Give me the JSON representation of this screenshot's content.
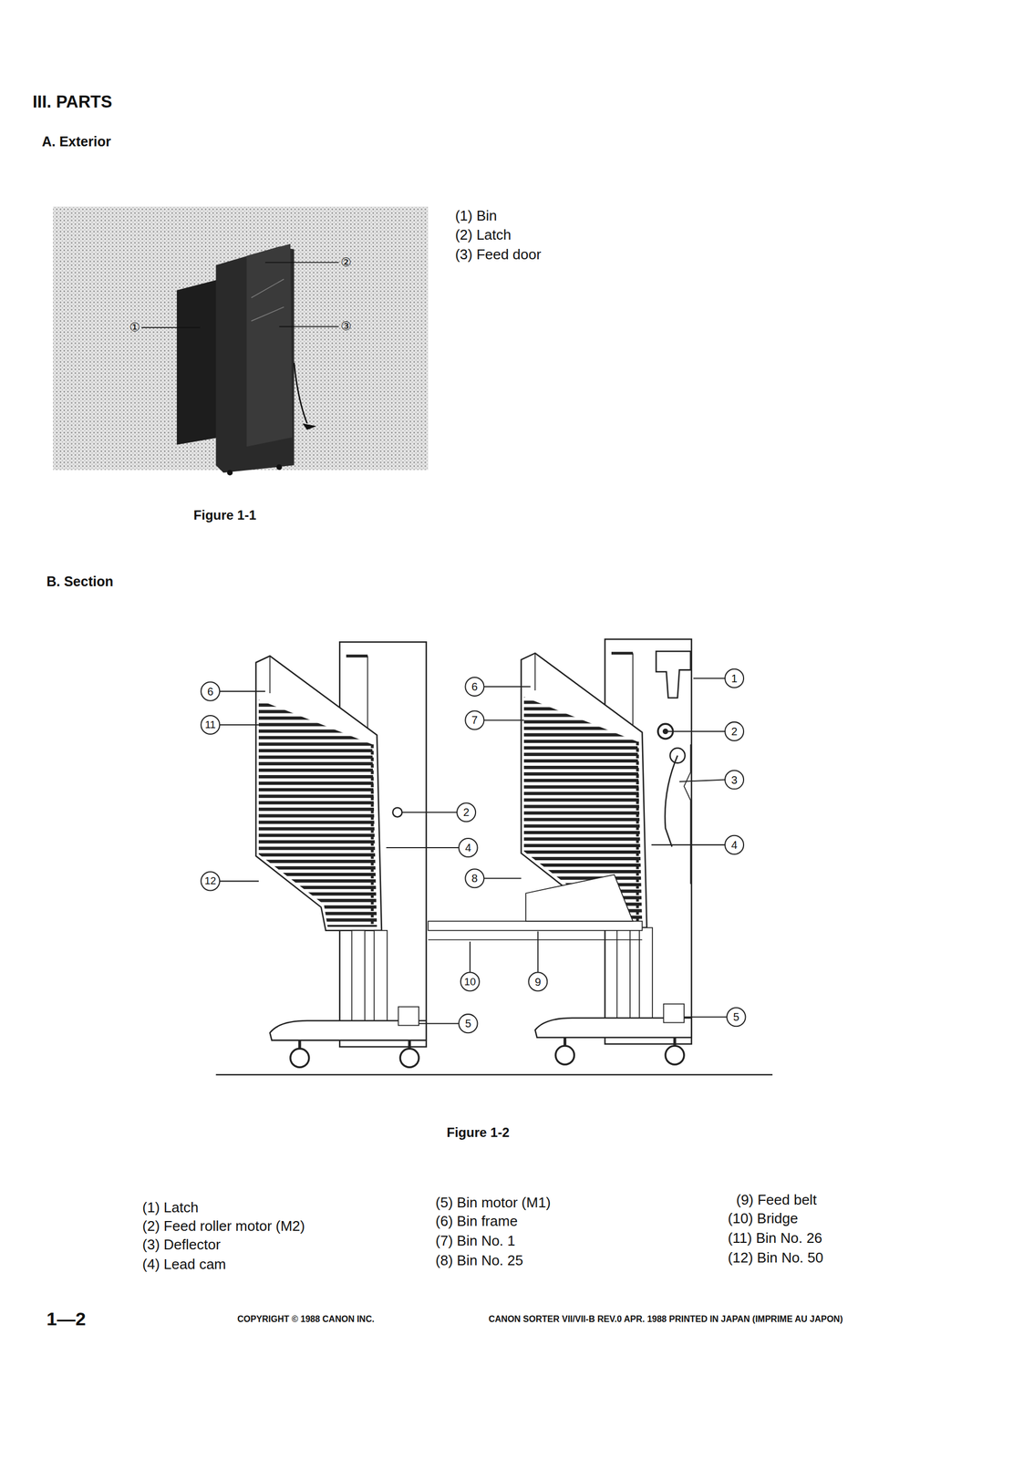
{
  "diagram": {
    "title": "III. PARTS",
    "labels": [
      "A. Exterior",
      "(1) Bin",
      "(2) Latch",
      "(3) Feed door",
      "①",
      "②",
      "③",
      "Figure 1-1",
      "B. Section",
      "6",
      "11",
      "12",
      "2",
      "4",
      "6",
      "7",
      "8",
      "1",
      "2",
      "3",
      "4",
      "10",
      "9",
      "5",
      "5",
      "Figure 1-2",
      "(1) Latch",
      "(2) Feed roller motor (M2)",
      "(3) Deflector",
      "(4) Lead cam",
      "(5) Bin motor (M1)",
      "(6) Bin frame",
      "(7) Bin No. 1",
      "(8) Bin No. 25",
      "(9) Feed belt",
      "(10) Bridge",
      "(11) Bin No. 26",
      "(12) Bin No. 50",
      "1—2",
      "COPYRIGHT © 1988 CANON INC.",
      "CANON SORTER VII/VII-B REV.0 APR. 1988 PRINTED IN JAPAN (IMPRIME AU JAPON)"
    ]
  }
}
